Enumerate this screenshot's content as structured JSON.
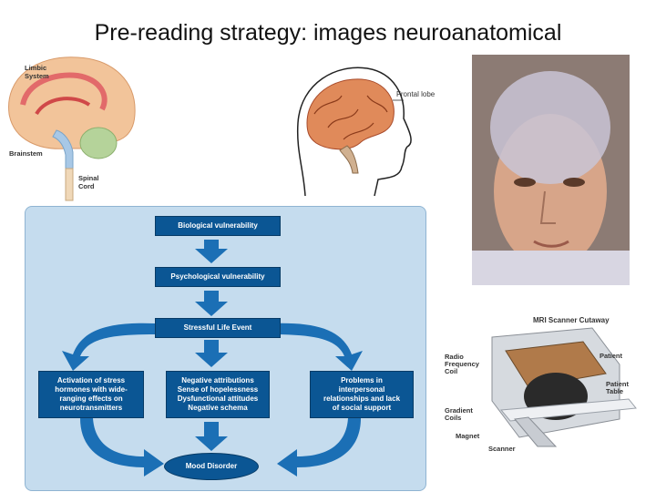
{
  "slide": {
    "title": "Pre-reading strategy: images neuroanatomical"
  },
  "brain_figure": {
    "labels": {
      "limbic": "Limbic\nSystem",
      "brainstem": "Brainstem",
      "spinal": "Spinal\nCord"
    }
  },
  "head_figure": {
    "label": "Frontal lobe"
  },
  "flowchart": {
    "boxes": {
      "biological": "Biological vulnerability",
      "psychological": "Psychological vulnerability",
      "stressful": "Stressful Life Event",
      "activation": "Activation of stress\nhormones with wide-\nranging effects on\nneurotransmitters",
      "negative": "Negative attributions\nSense of hopelessness\nDysfunctional attitudes\nNegative schema",
      "problems": "Problems in\ninterpersonal\nrelationships and lack\nof social support",
      "mood": "Mood Disorder"
    }
  },
  "mri_figure": {
    "title": "MRI Scanner Cutaway",
    "labels": {
      "radio": "Radio\nFrequency\nCoil",
      "patient": "Patient",
      "table": "Patient\nTable",
      "gradient": "Gradient\nCoils",
      "magnet": "Magnet",
      "scanner": "Scanner"
    }
  },
  "colors": {
    "flow_box": "#0b5694",
    "flow_panel": "#c5dcee",
    "arrow": "#1b6fb5"
  }
}
